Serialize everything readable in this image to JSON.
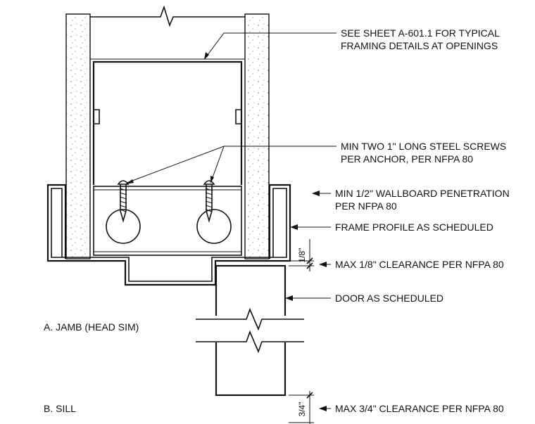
{
  "notes": {
    "see_sheet_1": "SEE SHEET A-601.1 FOR TYPICAL",
    "see_sheet_2": "FRAMING DETAILS AT OPENINGS",
    "screws_1": "MIN TWO 1\" LONG STEEL SCREWS",
    "screws_2": "PER ANCHOR, PER NFPA 80",
    "wallboard_1": "MIN 1/2\" WALLBOARD PENETRATION",
    "wallboard_2": "PER NFPA 80",
    "frame_profile": "FRAME PROFILE AS SCHEDULED",
    "max_clearance_head": "MAX 1/8\" CLEARANCE PER NFPA 80",
    "door": "DOOR AS SCHEDULED",
    "max_clearance_sill": "MAX 3/4\" CLEARANCE PER NFPA 80"
  },
  "dimensions": {
    "head_gap": "1/8\"",
    "sill_gap": "3/4\""
  },
  "titles": {
    "jamb": "A. JAMB (HEAD SIM)",
    "sill": "B. SILL"
  }
}
